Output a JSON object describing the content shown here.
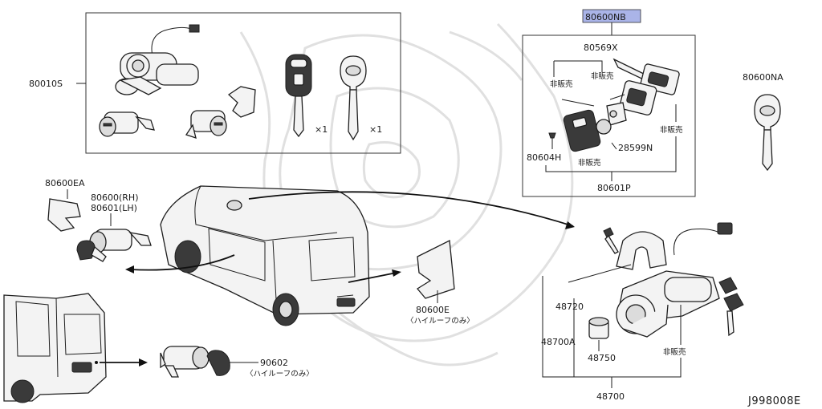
{
  "diagram": {
    "code": "J998008E",
    "highlight_color": "#aab4e8",
    "labels": {
      "kit_80010s": "80010S",
      "key_qty_1": "×1",
      "key_qty_2": "×1",
      "nb": "80600NB",
      "p80569x": "80569X",
      "hanbai_1": "非販売",
      "hanbai_2": "非販売",
      "hanbai_3": "非販売",
      "hanbai_4": "非販売",
      "p28599n": "28599N",
      "p80604h": "80604H",
      "p80601p": "80601P",
      "na": "80600NA",
      "ea": "80600EA",
      "rh": "80600(RH)",
      "lh": "80601(LH)",
      "p80600e": "80600E",
      "highroof_1": "〈ハイルーフのみ〉",
      "p90602": "90602",
      "highroof_2": "〈ハイルーフのみ〉",
      "p48720": "48720",
      "p48700a": "48700A",
      "p48750": "48750",
      "hanbai_5": "非販売",
      "p48700": "48700"
    }
  }
}
